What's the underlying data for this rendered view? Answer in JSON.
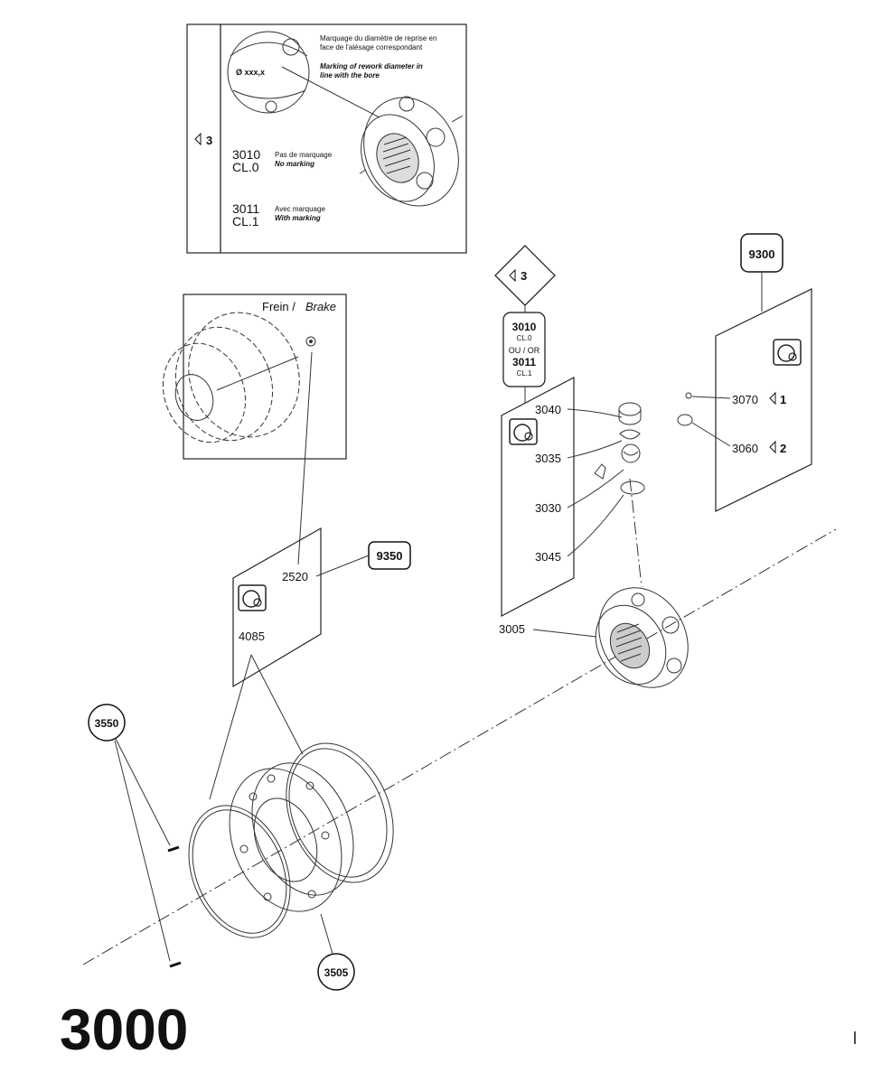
{
  "figure_number": "3000",
  "inset_top": {
    "note_fr": [
      "Marquage du diamètre de reprise en",
      "face de l'alésage correspondant"
    ],
    "note_en": [
      "Marking of rework diameter in",
      "line with the bore"
    ],
    "lens_label": "Ø xxx,x",
    "variant_ref": "3",
    "variants": [
      {
        "code": "3010",
        "cl": "CL.0",
        "fr": "Pas de marquage",
        "en": "No marking"
      },
      {
        "code": "3011",
        "cl": "CL.1",
        "fr": "Avec marquage",
        "en": "With marking"
      }
    ]
  },
  "inset_brake": {
    "title_fr": "Frein /",
    "title_en": "Brake"
  },
  "diamond_ref": "3",
  "kit_left": {
    "ref": "3010",
    "ref_cl": "CL.0",
    "or": "OU / OR",
    "ref2": "3011",
    "ref2_cl": "CL.1"
  },
  "kit_9300": "9300",
  "kit_9350": "9350",
  "circles": {
    "c3550": "3550",
    "c3505": "3505"
  },
  "parts": {
    "p3040": "3040",
    "p3035": "3035",
    "p3030": "3030",
    "p3045": "3045",
    "p3005": "3005",
    "p3070": "3070",
    "p3060": "3060",
    "p2520": "2520",
    "p4085": "4085"
  },
  "notes": {
    "n3070": "1",
    "n3060": "2"
  }
}
